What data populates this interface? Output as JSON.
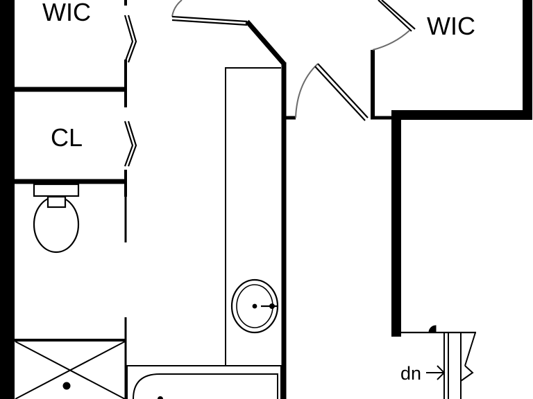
{
  "plan": {
    "labels": {
      "wic_left": "WIC",
      "wic_right": "WIC",
      "closet": "CL",
      "stair": "dn"
    }
  },
  "colors": {
    "wall": "#000000",
    "door_swing": "#6b6b6b",
    "background": "#ffffff"
  }
}
